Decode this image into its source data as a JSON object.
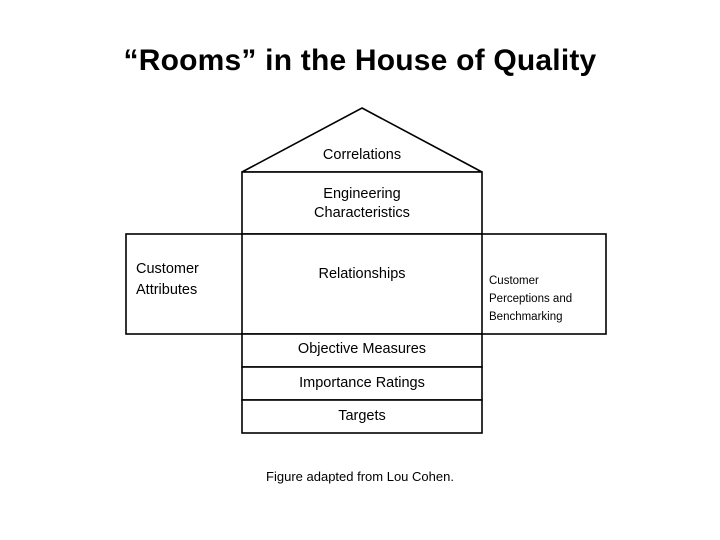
{
  "slide": {
    "title": "“Rooms” in the House of Quality",
    "caption": "Figure adapted from Lou Cohen."
  },
  "diagram": {
    "name": "house-of-quality",
    "stroke_color": "#000000",
    "fill_color": "#ffffff",
    "rooms": [
      {
        "key": "correlations",
        "label": "Correlations"
      },
      {
        "key": "engineering",
        "label": "Engineering\nCharacteristics",
        "line1": "Engineering",
        "line2": "Characteristics"
      },
      {
        "key": "customer_attributes",
        "label": "Customer Attributes",
        "line1": "Customer",
        "line2": "Attributes"
      },
      {
        "key": "relationships",
        "label": "Relationships"
      },
      {
        "key": "perceptions",
        "label": "Customer Perceptions and Benchmarking",
        "line1": "Customer",
        "line2": "Perceptions and",
        "line3": "Benchmarking"
      },
      {
        "key": "objective_measures",
        "label": "Objective Measures"
      },
      {
        "key": "importance_ratings",
        "label": "Importance Ratings"
      },
      {
        "key": "targets",
        "label": "Targets"
      }
    ]
  }
}
